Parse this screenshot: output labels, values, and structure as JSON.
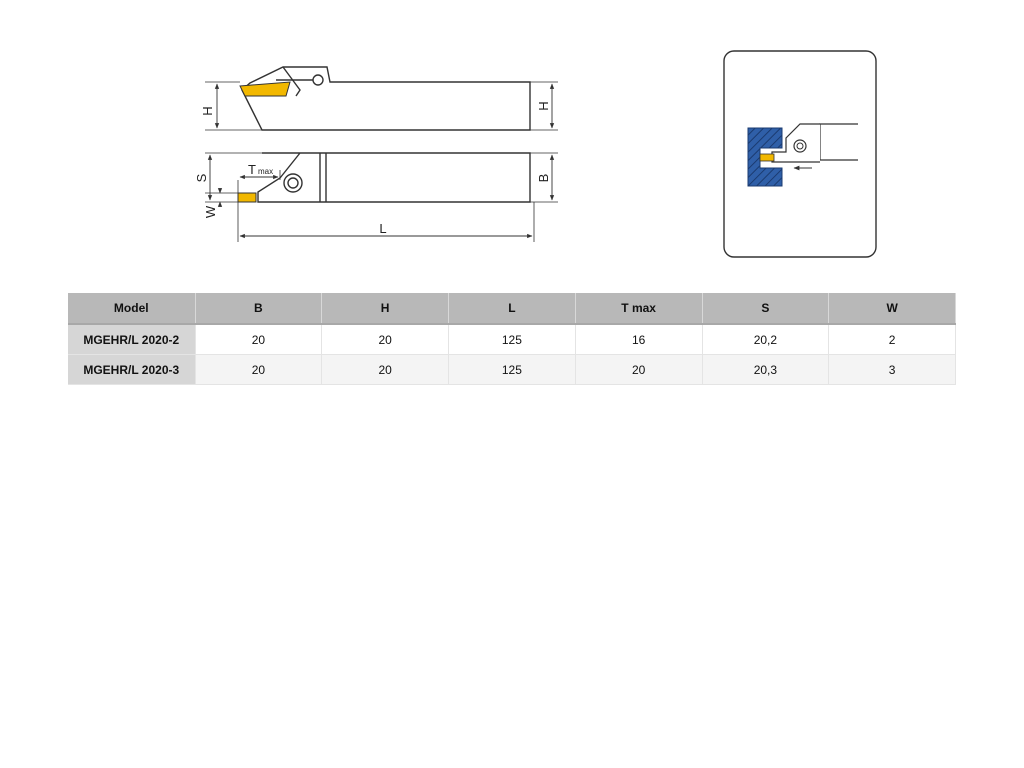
{
  "drawing": {
    "labels": {
      "h_side": "H",
      "h_right": "H",
      "s": "S",
      "t": "T",
      "t_sub": "max",
      "w": "W",
      "b": "B",
      "l": "L"
    },
    "colors": {
      "insert": "#f2b800",
      "workpiece": "#2f5fa8",
      "line": "#333333"
    }
  },
  "table": {
    "headers": [
      "Model",
      "B",
      "H",
      "L",
      "T max",
      "S",
      "W"
    ],
    "rows": [
      [
        "MGEHR/L 2020-2",
        "20",
        "20",
        "125",
        "16",
        "20,2",
        "2"
      ],
      [
        "MGEHR/L 2020-3",
        "20",
        "20",
        "125",
        "20",
        "20,3",
        "3"
      ]
    ]
  }
}
